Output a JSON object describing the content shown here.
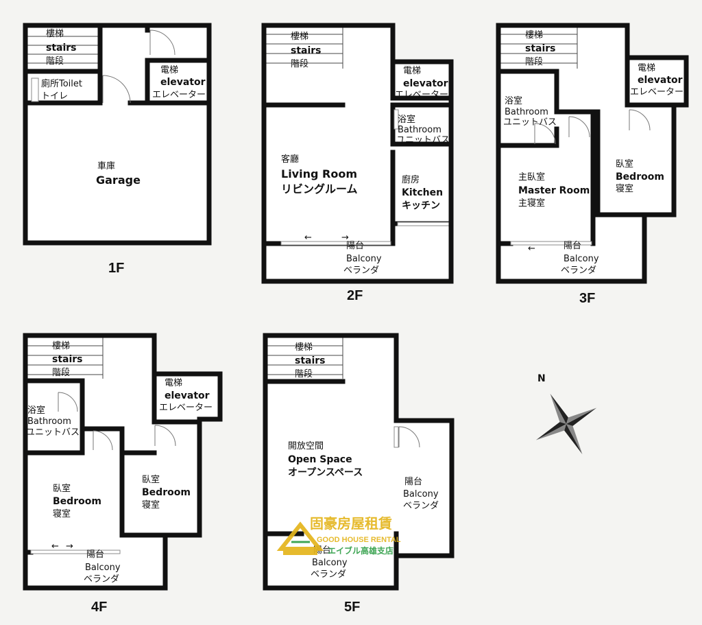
{
  "floors": {
    "f1": {
      "name": "1F",
      "stairs": [
        "樓梯",
        "stairs",
        "階段"
      ],
      "toilet": "廁所Toilet",
      "toilet_jp": "トイレ",
      "elevator": [
        "電梯",
        "elevator",
        "エレベーター"
      ],
      "garage": [
        "車庫",
        "Garage"
      ]
    },
    "f2": {
      "name": "2F",
      "stairs": [
        "樓梯",
        "stairs",
        "階段"
      ],
      "elevator": [
        "電梯",
        "elevator",
        "エレベーター"
      ],
      "bathroom": [
        "浴室",
        "Bathroom",
        "ユニットバス"
      ],
      "living": [
        "客廳",
        "Living Room",
        "リビングルーム"
      ],
      "kitchen": [
        "廚房",
        "Kitchen",
        "キッチン"
      ],
      "balcony": [
        "陽台",
        "Balcony",
        "ベランダ"
      ]
    },
    "f3": {
      "name": "3F",
      "stairs": [
        "樓梯",
        "stairs",
        "階段"
      ],
      "elevator": [
        "電梯",
        "elevator",
        "エレベーター"
      ],
      "bathroom": [
        "浴室",
        "Bathroom",
        "ユニットバス"
      ],
      "master": [
        "主臥室",
        "Master Room",
        "主寝室"
      ],
      "bedroom": [
        "臥室",
        "Bedroom",
        "寝室"
      ],
      "balcony": [
        "陽台",
        "Balcony",
        "ベランダ"
      ]
    },
    "f4": {
      "name": "4F",
      "stairs": [
        "樓梯",
        "stairs",
        "階段"
      ],
      "elevator": [
        "電梯",
        "elevator",
        "エレベーター"
      ],
      "bathroom": [
        "浴室",
        "Bathroom",
        "ユニットバス"
      ],
      "bedroom1": [
        "臥室",
        "Bedroom",
        "寝室"
      ],
      "bedroom2": [
        "臥室",
        "Bedroom",
        "寝室"
      ],
      "balcony": [
        "陽台",
        "Balcony",
        "ベランダ"
      ]
    },
    "f5": {
      "name": "5F",
      "stairs": [
        "樓梯",
        "stairs",
        "階段"
      ],
      "open_space": [
        "開放空間",
        "Open Space",
        "オープンスペース"
      ],
      "balcony_right": [
        "陽台",
        "Balcony",
        "ベランダ"
      ],
      "balcony_bottom": [
        "陽台",
        "Balcony",
        "ベランダ"
      ]
    }
  },
  "compass": {
    "north": "N"
  },
  "watermark": {
    "name_zh": "固豪房屋租賃",
    "name_en": "GOOD HOUSE RENTAL",
    "branch": "エイブル高雄支店",
    "color_primary": "#e4b51c",
    "color_secondary": "#2e9e46"
  }
}
